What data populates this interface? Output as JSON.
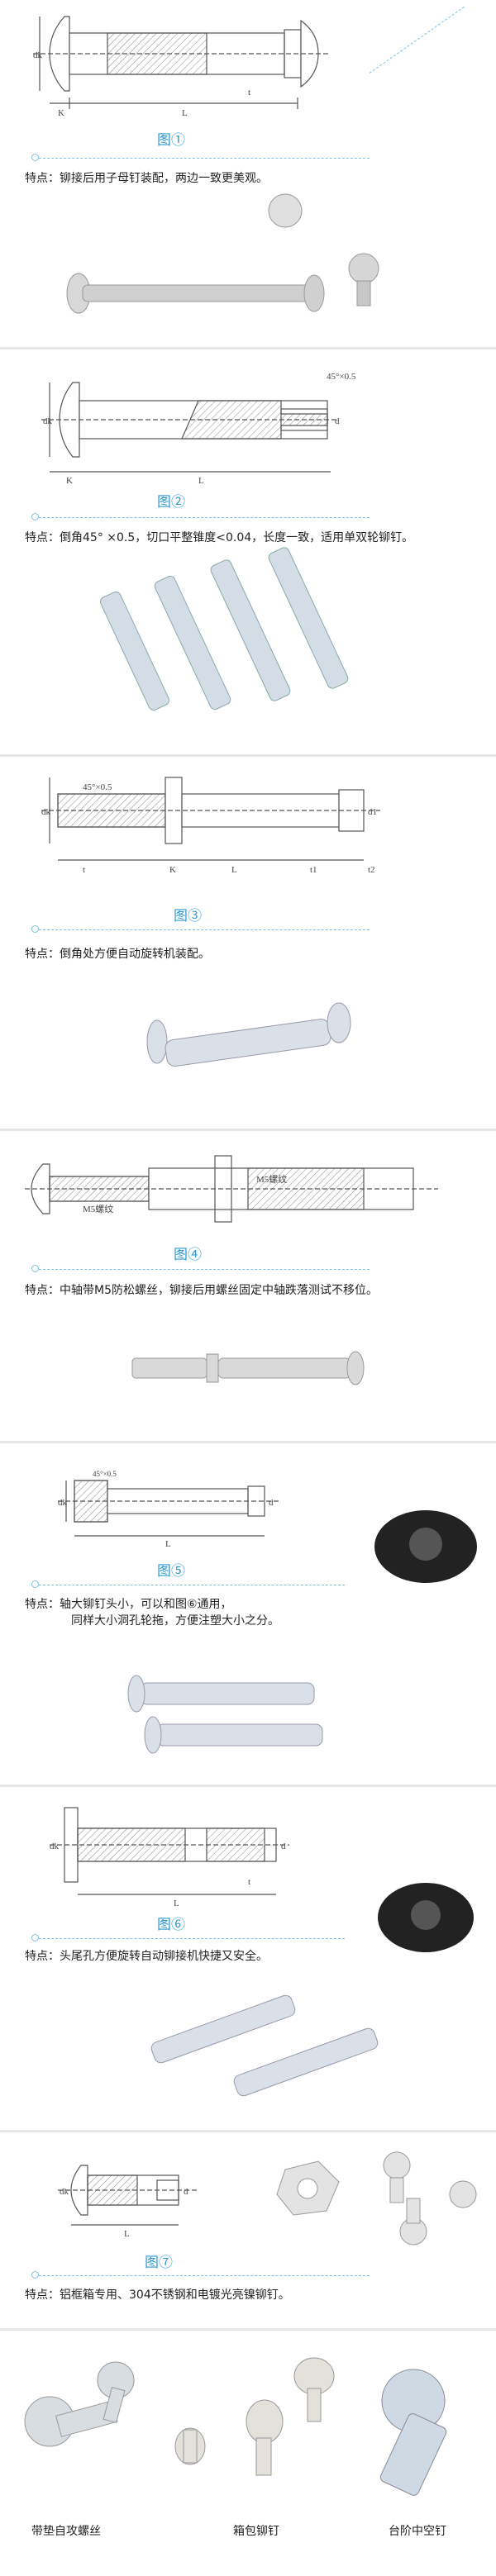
{
  "sections": [
    {
      "figure": "图①",
      "feature": "特点：铆接后用子母钉装配，两边一致更美观。"
    },
    {
      "figure": "图②",
      "feature": "特点：倒角45° ×0.5，切口平整锥度<0.04，长度一致，适用单双轮铆钉。"
    },
    {
      "figure": "图③",
      "feature": "特点：倒角处方便自动旋转机装配。"
    },
    {
      "figure": "图④",
      "feature": "特点：中轴带M5防松螺丝，铆接后用螺丝固定中轴跌落测试不移位。"
    },
    {
      "figure": "图⑤",
      "feature": "特点：轴大铆钉头小，可以和图⑥通用，",
      "feature2": "同样大小洞孔轮拖，方便注塑大小之分。"
    },
    {
      "figure": "图⑥",
      "feature": "特点：头尾孔方便旋转自动铆接机快捷又安全。"
    },
    {
      "figure": "图⑦",
      "feature": "特点：铝框箱专用、304不锈钢和电镀光亮镍铆钉。"
    }
  ],
  "dims": {
    "dk": "dk",
    "d": "d",
    "d1": "d1",
    "K": "K",
    "L": "L",
    "t": "t",
    "t1": "t1",
    "t2": "t2",
    "chamfer": "45°×0.5",
    "m5": "M5螺纹"
  },
  "bottom": {
    "items": [
      "带垫自攻螺丝",
      "箱包铆钉",
      "台阶中空钉"
    ]
  }
}
